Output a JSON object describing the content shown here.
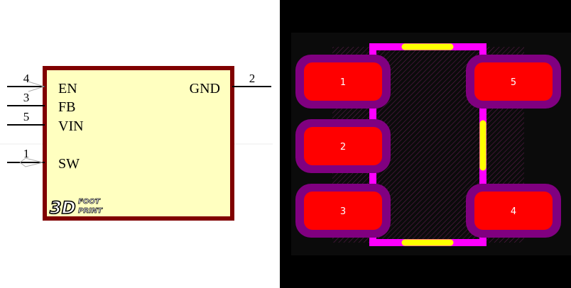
{
  "schematic": {
    "pins_left": [
      {
        "number": "4",
        "name": "EN"
      },
      {
        "number": "3",
        "name": "FB"
      },
      {
        "number": "5",
        "name": "VIN"
      },
      {
        "number": "1",
        "name": "SW"
      }
    ],
    "pins_right": [
      {
        "number": "2",
        "name": "GND"
      }
    ],
    "logo": {
      "big": "3D",
      "small_top": "FOOT",
      "small_bottom": "PRINT"
    },
    "colors": {
      "body_fill": "#ffffc0",
      "body_border": "#800000",
      "wire": "#000000"
    }
  },
  "pcb": {
    "pads": [
      {
        "label": "1"
      },
      {
        "label": "2"
      },
      {
        "label": "3"
      },
      {
        "label": "4"
      },
      {
        "label": "5"
      }
    ],
    "colors": {
      "background": "#000000",
      "board": "#0a0a0a",
      "pad": "#ff0000",
      "pad_mask": "#800080",
      "silkscreen": "#ff00ff",
      "courtyard_marks": "#ffff00",
      "hatch": "#5a1a4a"
    }
  }
}
